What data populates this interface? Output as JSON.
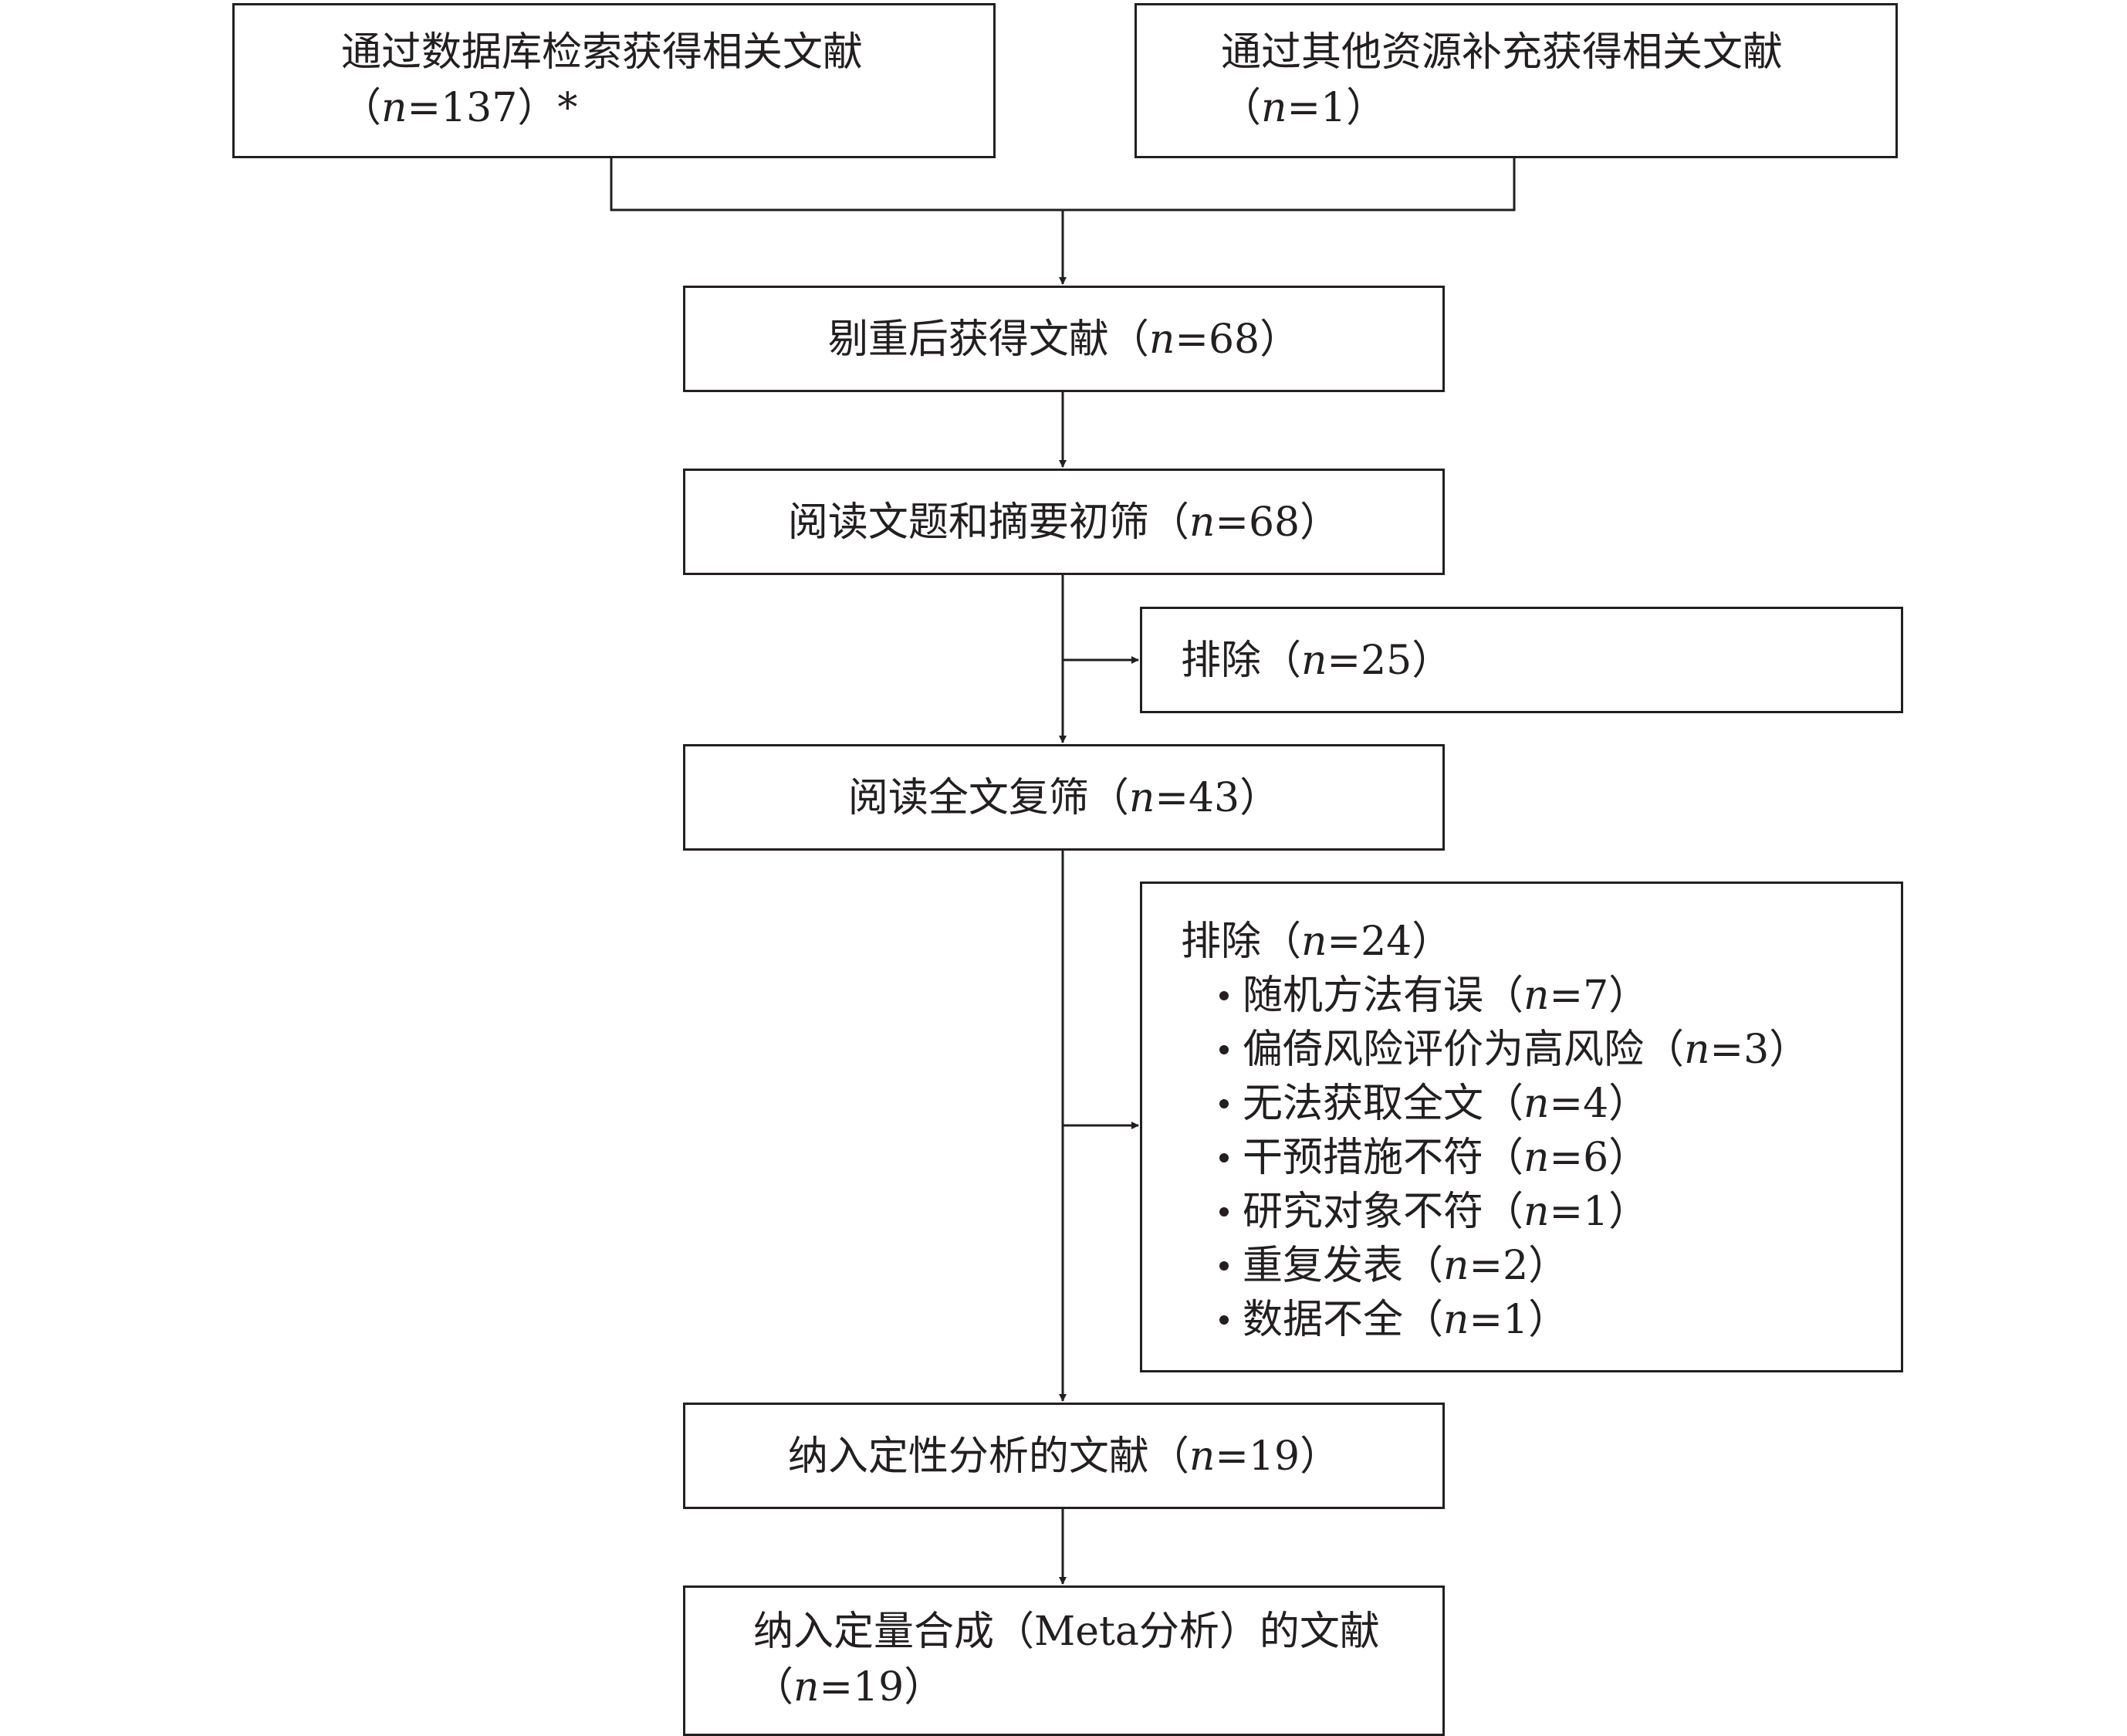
{
  "boxes": {
    "db_search": {
      "line1": "通过数据库检索获得相关文献",
      "line2_pre": "（",
      "n_label": "n",
      "line2_post": "=137）*"
    },
    "other_sources": {
      "line1": "通过其他资源补充获得相关文献",
      "line2_pre": "（",
      "n_label": "n",
      "line2_post": "=1）"
    },
    "dedup": {
      "pre": "剔重后获得文献（",
      "n_label": "n",
      "post": "=68）"
    },
    "title_abstract": {
      "pre": "阅读文题和摘要初筛（",
      "n_label": "n",
      "post": "=68）"
    },
    "excluded_1": {
      "pre": "排除（",
      "n_label": "n",
      "post": "=25）"
    },
    "fulltext": {
      "pre": "阅读全文复筛（",
      "n_label": "n",
      "post": "=43）"
    },
    "excluded_2": {
      "pre": "排除（",
      "n_label": "n",
      "post": "=24）",
      "items": [
        {
          "pre": "随机方法有误（",
          "n_label": "n",
          "post": "=7）"
        },
        {
          "pre": "偏倚风险评价为高风险（",
          "n_label": "n",
          "post": "=3）"
        },
        {
          "pre": "无法获取全文（",
          "n_label": "n",
          "post": "=4）"
        },
        {
          "pre": "干预措施不符（",
          "n_label": "n",
          "post": "=6）"
        },
        {
          "pre": "研究对象不符（",
          "n_label": "n",
          "post": "=1）"
        },
        {
          "pre": "重复发表（",
          "n_label": "n",
          "post": "=2）"
        },
        {
          "pre": "数据不全（",
          "n_label": "n",
          "post": "=1）"
        }
      ]
    },
    "qualitative": {
      "pre": "纳入定性分析的文献（",
      "n_label": "n",
      "post": "=19）"
    },
    "quantitative": {
      "line1": "纳入定量合成（Meta分析）的文献",
      "line2_pre": "（",
      "n_label": "n",
      "line2_post": "=19）"
    }
  }
}
